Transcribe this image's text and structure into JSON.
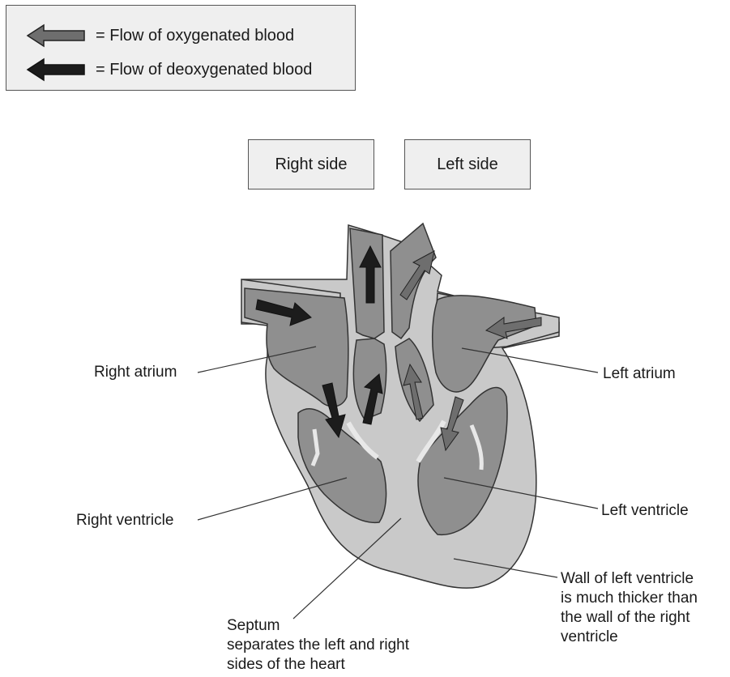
{
  "legend": {
    "items": [
      {
        "text": "= Flow of oxygenated blood",
        "arrow": "grey-arrow-icon",
        "color": "#6e6e6e"
      },
      {
        "text": "= Flow of deoxygenated blood",
        "arrow": "black-arrow-icon",
        "color": "#1c1c1c"
      }
    ]
  },
  "sides": {
    "right": "Right side",
    "left": "Left side"
  },
  "labels": {
    "right_atrium": "Right atrium",
    "left_atrium": "Left atrium",
    "right_ventricle": "Right ventricle",
    "left_ventricle": "Left ventricle",
    "septum_line1": "Septum",
    "septum_line2": "separates the left and right",
    "septum_line3": "sides of the heart",
    "wall_line1": "Wall of left ventricle",
    "wall_line2": "is much thicker than",
    "wall_line3": "the wall of the right",
    "wall_line4": "ventricle"
  },
  "colors": {
    "outer_wall": "#c9c9c9",
    "chamber": "#8f8f8f",
    "valve": "#e8e8e8",
    "oxygenated_arrow": "#6e6e6e",
    "deoxygenated_arrow": "#1c1c1c",
    "box_fill": "#efefef"
  }
}
